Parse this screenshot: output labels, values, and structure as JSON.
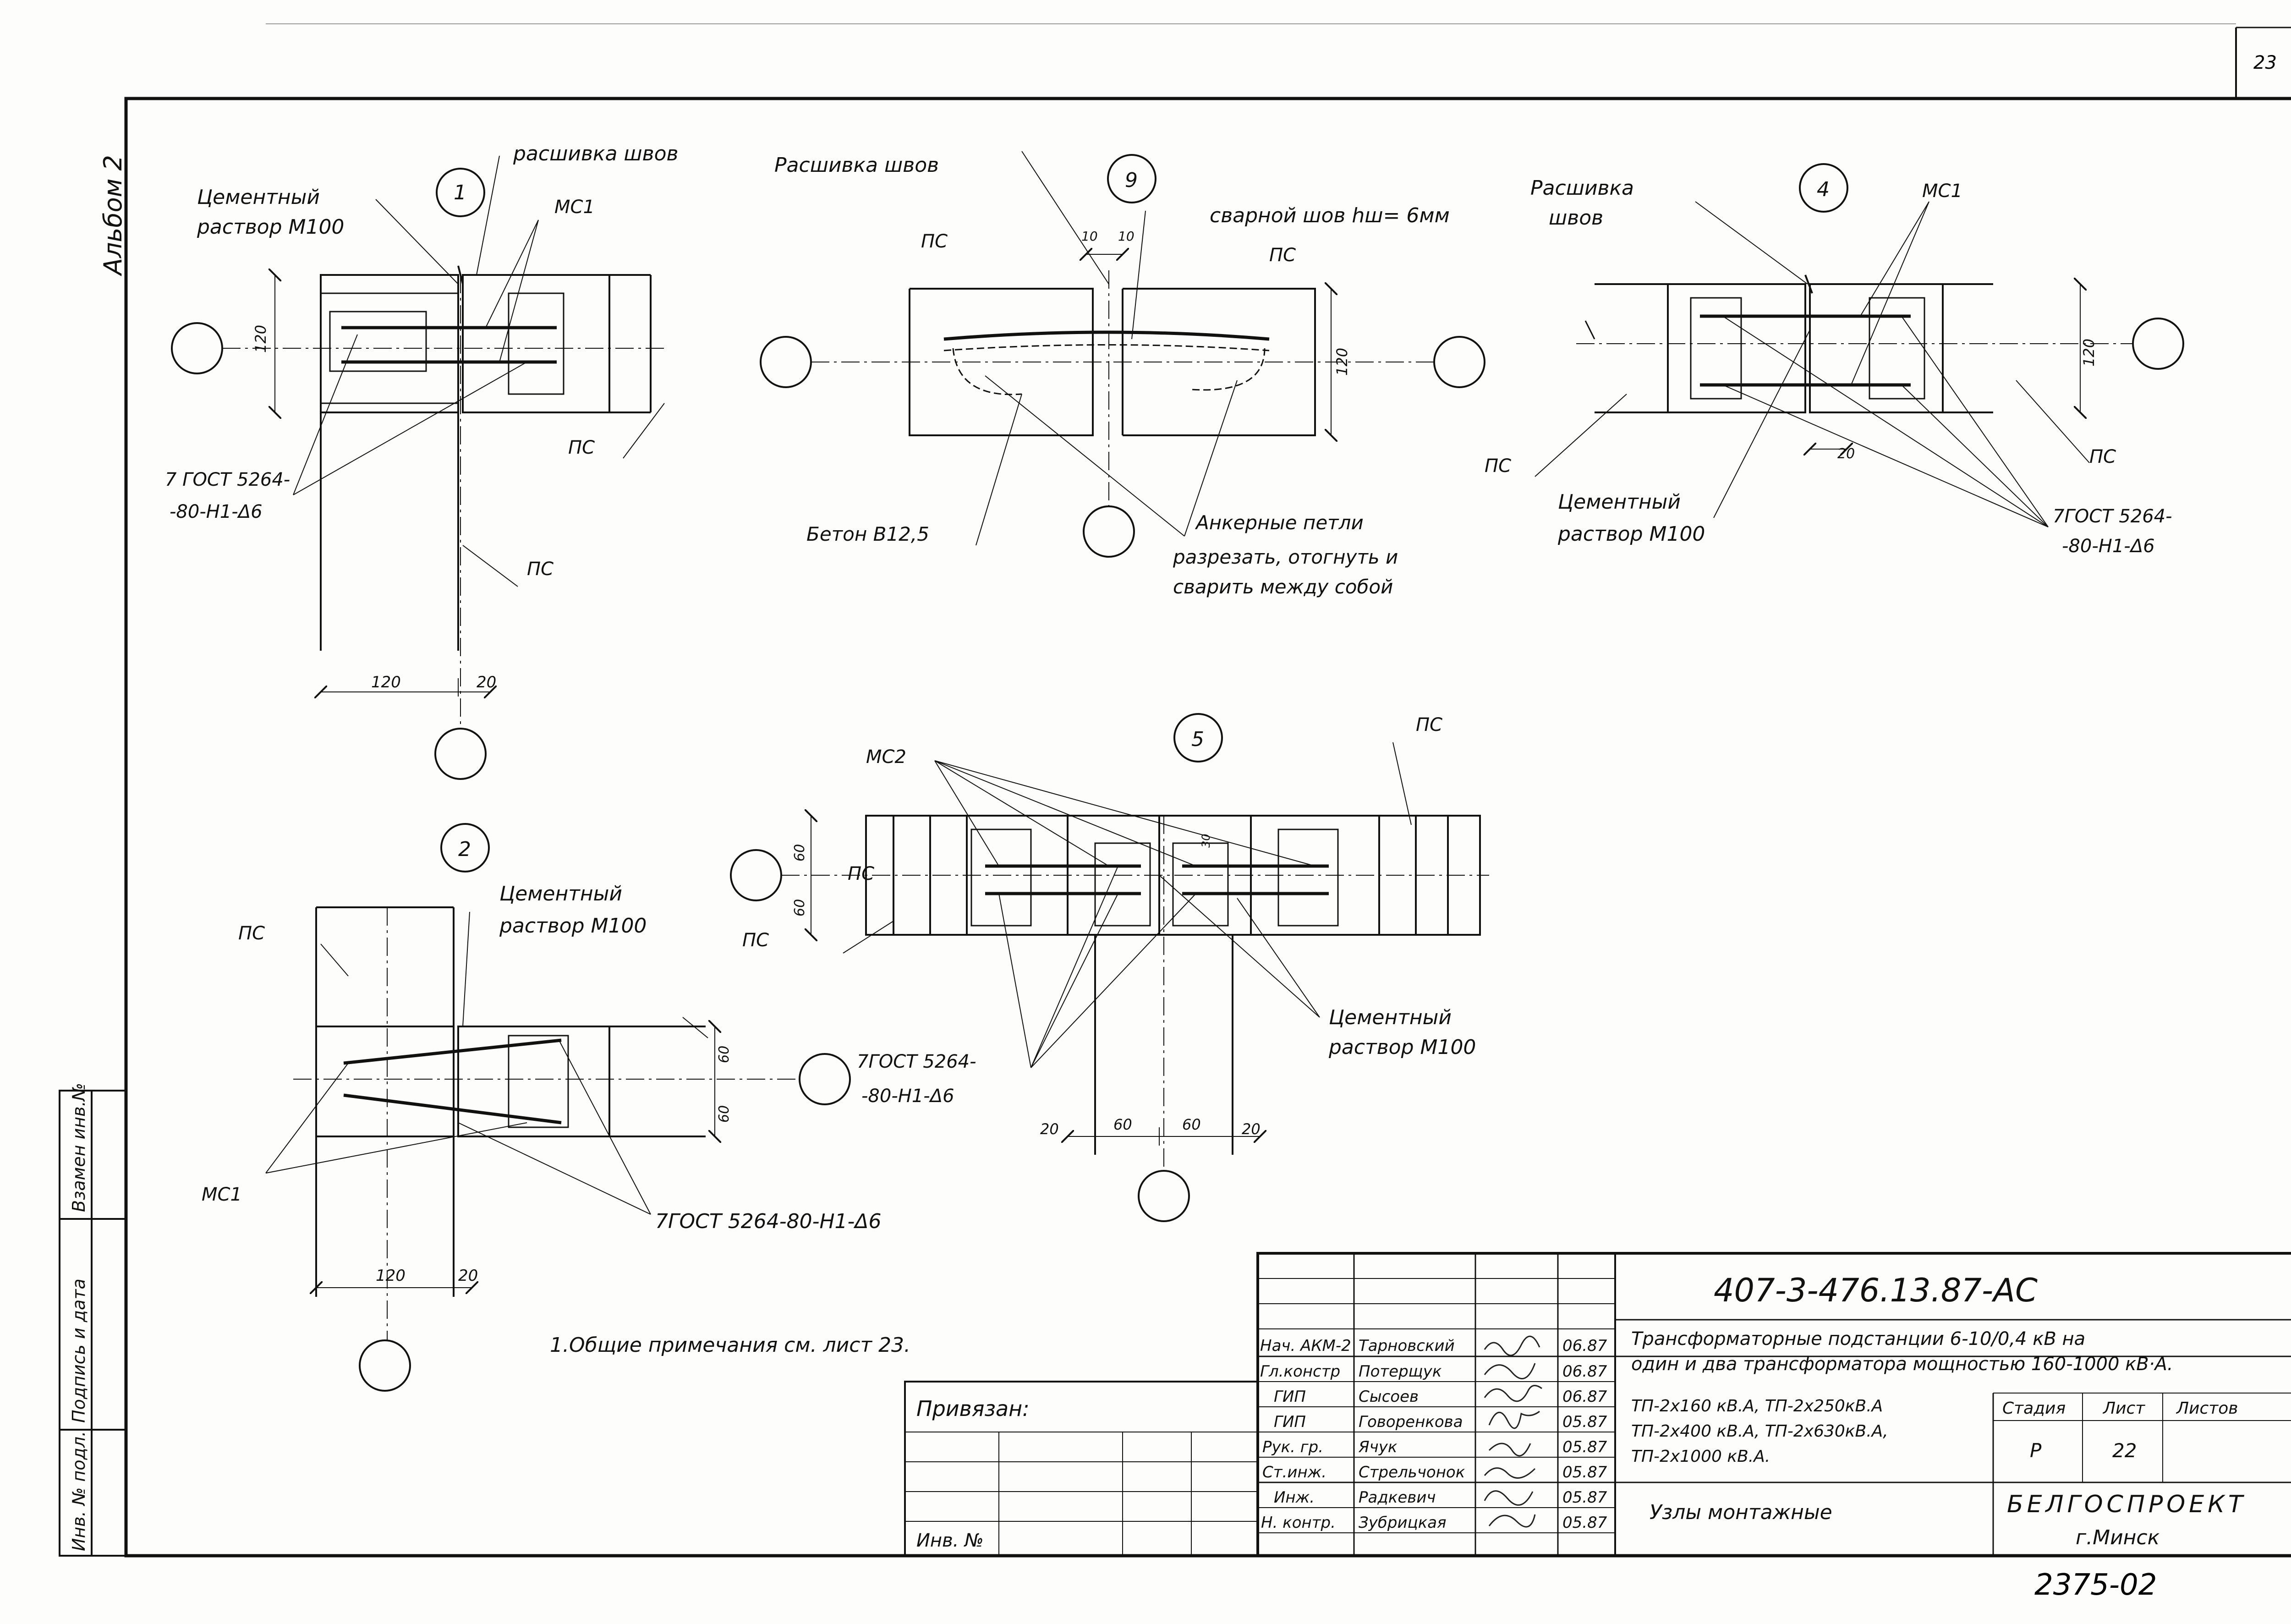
{
  "page_number": "23",
  "album_label": "Альбом 2",
  "footer_number": "2375-02",
  "notes": "1.Общие примечания см. лист 23.",
  "details": {
    "d1": {
      "number": "1",
      "label_seam": "расшивка швов",
      "label_mortar_1": "Цементный",
      "label_mortar_2": "раствор М100",
      "label_mc": "МС1",
      "label_pc_1": "ПС",
      "label_pc_2": "ПС",
      "gost_1": "7 ГОСТ 5264-",
      "gost_2": "-80-Н1-Δ6",
      "dim_120": "120",
      "dim_120b": "120",
      "dim_20": "20"
    },
    "d2": {
      "number": "2",
      "label_mortar_1": "Цементный",
      "label_mortar_2": "раствор М100",
      "label_pc_1": "ПС",
      "label_pc_2": "ПС",
      "label_mc": "МС1",
      "gost": "7ГОСТ 5264-80-Н1-Δ6",
      "dim_60a": "60",
      "dim_60b": "60",
      "dim_120": "120",
      "dim_20": "20"
    },
    "d3": {
      "number": "9",
      "label_seam": "Расшивка швов",
      "label_weld": "сварной шов hш= 6мм",
      "label_pc_1": "ПС",
      "label_pc_2": "ПС",
      "label_concrete": "Бетон В12,5",
      "label_anchor_1": "Анкерные петли",
      "label_anchor_2": "разрезать, отогнуть и",
      "label_anchor_3": "сварить между собой",
      "dim_10a": "10",
      "dim_10b": "10",
      "dim_120": "120"
    },
    "d4": {
      "number": "4",
      "label_seam_1": "Расшивка",
      "label_seam_2": "швов",
      "label_mc": "МС1",
      "label_pc_1": "ПС",
      "label_pc_2": "ПС",
      "label_mortar_1": "Цементный",
      "label_mortar_2": "раствор М100",
      "gost_1": "7ГОСТ 5264-",
      "gost_2": "-80-Н1-Δ6",
      "dim_120": "120",
      "dim_20": "20"
    },
    "d5": {
      "number": "5",
      "label_mc": "МС2",
      "label_pc": "ПС",
      "label_pc_2": "ПС",
      "label_mortar_1": "Цементный",
      "label_mortar_2": "раствор М100",
      "gost_1": "7ГОСТ 5264-",
      "gost_2": "-80-Н1-Δ6",
      "dim_60a": "60",
      "dim_60b": "60",
      "dim_30": "30",
      "dim_20a": "20",
      "dim_60c": "60",
      "dim_60d": "60",
      "dim_20b": "20"
    }
  },
  "side_stamp": {
    "col1": "Инв. № подл.",
    "col2": "Подпись и дата",
    "col3": "Взамен инв.№"
  },
  "title_block": {
    "doc_code": "407-3-476.13.87-АС",
    "title_1": "Трансформаторные подстанции 6-10/0,4 кВ на",
    "title_2": "один и два трансформатора мощностью 160-1000 кВ·А.",
    "sub_1": "ТП-2х160 кВ.А,  ТП-2х250кВ.А",
    "sub_2": "ТП-2х400 кВ.А,  ТП-2х630кВ.А,",
    "sub_3": "ТП-2х1000 кВ.А.",
    "sheet_name": "Узлы монтажные",
    "stage_label": "Стадия",
    "sheet_label": "Лист",
    "sheets_label": "Листов",
    "stage_value": "Р",
    "sheet_value": "22",
    "org_1": "БЕЛГОСПРОЕКТ",
    "org_2": "г.Минск",
    "bound_label": "Привязан:",
    "inv_label": "Инв. №",
    "staff": [
      {
        "role": "Нач. АКМ-2",
        "name": "Тарновский",
        "date": "06.87"
      },
      {
        "role": "Гл.констр",
        "name": "Потерщук",
        "date": "06.87"
      },
      {
        "role": "ГИП",
        "name": "Сысоев",
        "date": "06.87"
      },
      {
        "role": "ГИП",
        "name": "Говоренкова",
        "date": "05.87"
      },
      {
        "role": "Рук. гр.",
        "name": "Ячук",
        "date": "05.87"
      },
      {
        "role": "Ст.инж.",
        "name": "Стрельчонок",
        "date": "05.87"
      },
      {
        "role": "Инж.",
        "name": "Радкевич",
        "date": "05.87"
      },
      {
        "role": "Н. контр.",
        "name": "Зубрицкая",
        "date": "05.87"
      }
    ]
  }
}
